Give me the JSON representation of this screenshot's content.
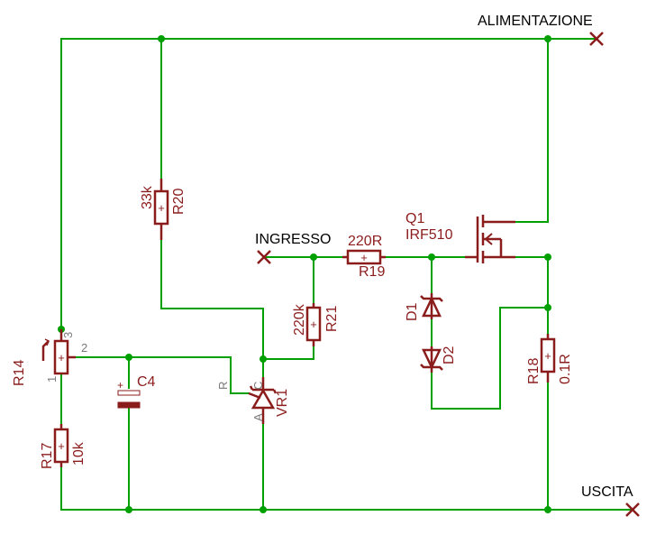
{
  "nets": {
    "supply": "ALIMENTAZIONE",
    "input": "INGRESSO",
    "output": "USCITA"
  },
  "components": {
    "r14": {
      "name": "R14",
      "pin1": "1",
      "pin2": "2",
      "pin3": "3"
    },
    "r17": {
      "name": "R17",
      "value": "10k"
    },
    "r20": {
      "name": "R20",
      "value": "33k"
    },
    "r21": {
      "name": "R21",
      "value": "220k"
    },
    "r19": {
      "name": "R19",
      "value": "220R"
    },
    "r18": {
      "name": "R18",
      "value": "0.1R"
    },
    "c4": {
      "name": "C4"
    },
    "vr1": {
      "name": "VR1",
      "pin_r": "R",
      "pin_c": "C",
      "pin_a": "A"
    },
    "q1": {
      "name": "Q1",
      "value": "IRF510"
    },
    "d1": {
      "name": "D1"
    },
    "d2": {
      "name": "D2"
    }
  },
  "symbols": {
    "polarity": "+"
  },
  "colors": {
    "wire": "#00a000",
    "component": "#8b1c1c",
    "text": "#000000",
    "pin": "#7a7a7a"
  }
}
